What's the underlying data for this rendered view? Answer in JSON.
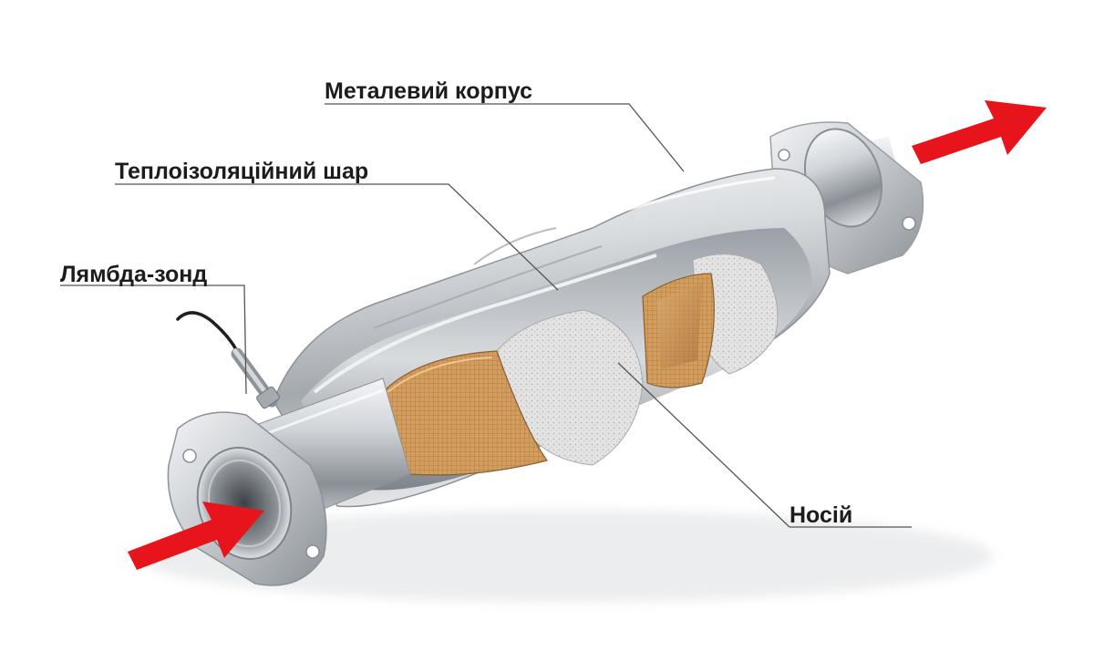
{
  "diagram": {
    "labels": {
      "housing": "Металевий корпус",
      "insulation": "Теплоізоляційний шар",
      "lambda_probe": "Лямбда-зонд",
      "substrate": "Носій"
    },
    "colors": {
      "arrow": "#e8141b",
      "leader_line": "#555555",
      "metal_light": "#eef0f2",
      "metal_mid": "#b9bdc2",
      "metal_dark": "#6f747a",
      "ceramic": "#c8955a",
      "insulation_mat": "#dcdcdc"
    }
  }
}
